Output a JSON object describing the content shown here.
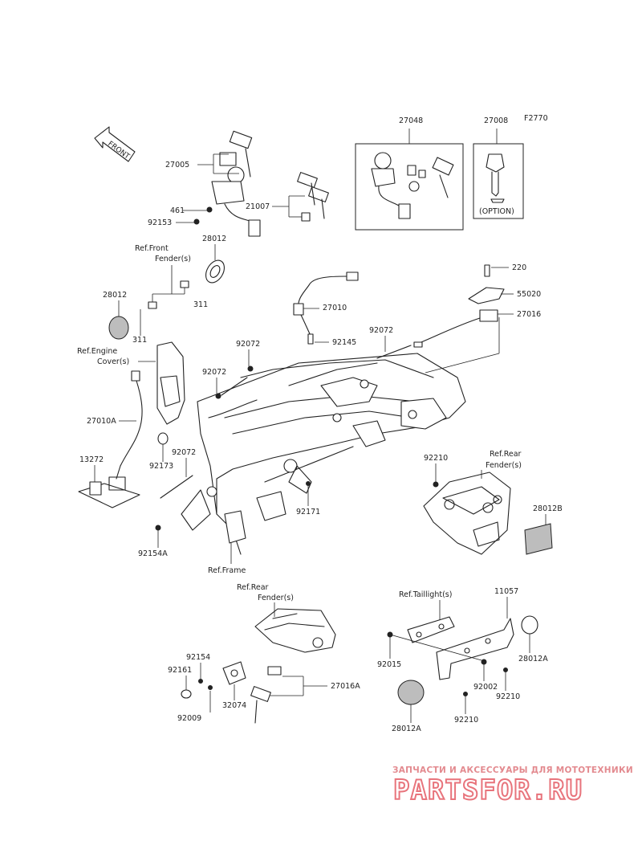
{
  "diagram": {
    "code": "F2770",
    "front_arrow_label": "FRONT",
    "labels": {
      "p27048": "27048",
      "p27008": "27008",
      "option": "(OPTION)",
      "p27005": "27005",
      "p21007": "21007",
      "p461": "461",
      "p92153": "92153",
      "ref_front_fender_1": "Ref.Front",
      "ref_front_fender_2": "Fender(s)",
      "p28012_top": "28012",
      "p28012_left": "28012",
      "p311_a": "311",
      "p311_b": "311",
      "p220": "220",
      "p55020": "55020",
      "p27016": "27016",
      "p27010": "27010",
      "p92072_a": "92072",
      "p92145": "92145",
      "ref_engine_cover_1": "Ref.Engine",
      "ref_engine_cover_2": "Cover(s)",
      "p92072_b": "92072",
      "p92072_c": "92072",
      "p27010A": "27010A",
      "p92173": "92173",
      "p92072_d": "92072",
      "p13272": "13272",
      "p92210_a": "92210",
      "ref_rear_fender_a_1": "Ref.Rear",
      "ref_rear_fender_a_2": "Fender(s)",
      "p28012B": "28012B",
      "p92171": "92171",
      "p92154A": "92154A",
      "ref_frame": "Ref.Frame",
      "ref_rear_fender_b_1": "Ref.Rear",
      "ref_rear_fender_b_2": "Fender(s)",
      "ref_taillight": "Ref.Taillight(s)",
      "p11057": "11057",
      "p92154": "92154",
      "p92161": "92161",
      "p27016A": "27016A",
      "p32074": "32074",
      "p92009": "92009",
      "p92015": "92015",
      "p28012A_a": "28012A",
      "p92002": "92002",
      "p92210_b": "92210",
      "p92210_c": "92210",
      "p28012A_b": "28012A"
    }
  },
  "watermark": {
    "tagline": "ЗАПЧАСТИ И АКСЕССУАРЫ ДЛЯ МОТОТЕХНИКИ",
    "brand": "PARTSFOR.RU"
  }
}
